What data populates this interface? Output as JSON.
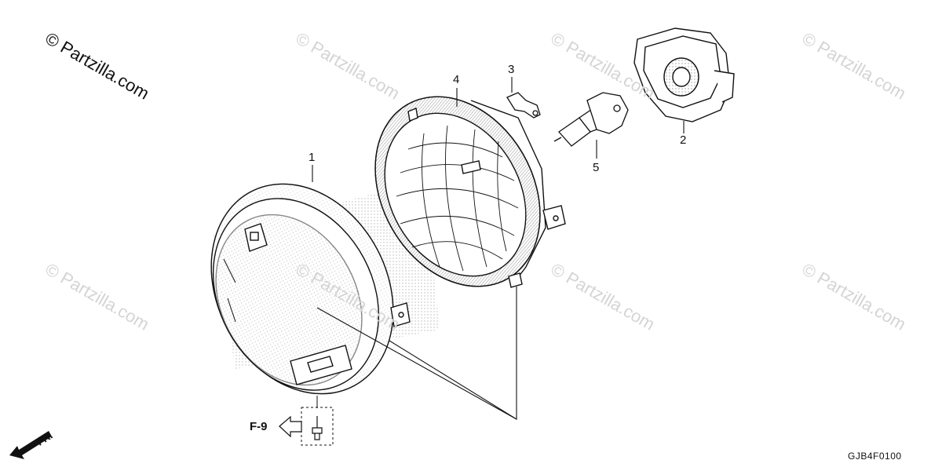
{
  "watermark": {
    "primary": "© Partzilla.com",
    "text": "© Partzilla.com"
  },
  "callouts": {
    "p1": "1",
    "p2": "2",
    "p3": "3",
    "p4": "4",
    "p5": "5"
  },
  "reference": {
    "label": "F-9"
  },
  "front_indicator": {
    "label": "FR."
  },
  "diagram_code": "GJB4F0100",
  "colors": {
    "line": "#111111",
    "watermark": "#d4d4d4",
    "stipple": "#9a9a9a"
  }
}
